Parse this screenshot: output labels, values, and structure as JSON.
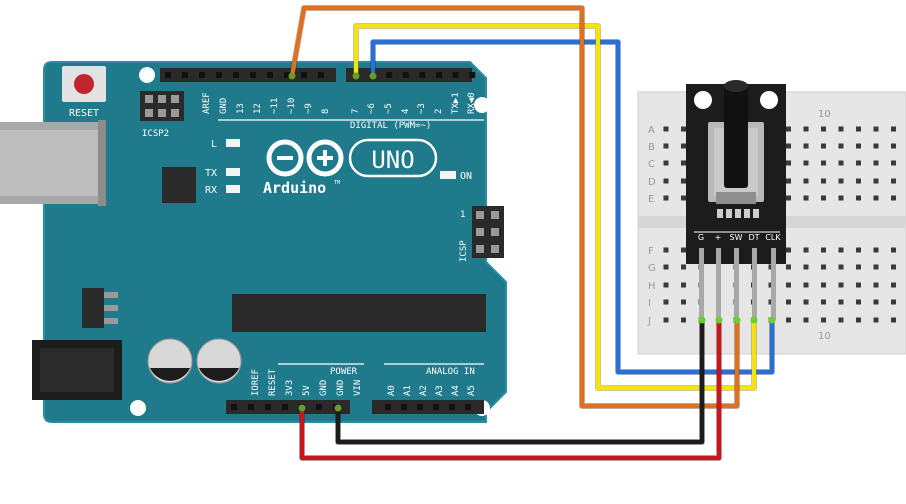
{
  "board": {
    "reset_label": "RESET",
    "icsp2_label": "ICSP2",
    "icsp_label": "ICSP",
    "icsp_pin1": "1",
    "aref": "AREF",
    "gnd_top": "GND",
    "digital_top_pins": [
      "13",
      "12",
      "~11",
      "~10",
      "~9",
      "8",
      "7",
      "~6",
      "~5",
      "4",
      "~3",
      "2",
      "TX▶1",
      "RX◀0"
    ],
    "digital_label": "DIGITAL (PWM=~)",
    "led_l": "L",
    "led_tx": "TX",
    "led_rx": "RX",
    "led_on": "ON",
    "brand": "Arduino",
    "trademark": "TM",
    "model": "UNO",
    "power_label": "POWER",
    "analog_label": "ANALOG IN",
    "power_pins": [
      "IOREF",
      "RESET",
      "3V3",
      "5V",
      "GND",
      "GND",
      "VIN"
    ],
    "analog_pins": [
      "A0",
      "A1",
      "A2",
      "A3",
      "A4",
      "A5"
    ]
  },
  "breadboard": {
    "rows_top": [
      "A",
      "B",
      "C",
      "D",
      "E"
    ],
    "rows_bottom": [
      "F",
      "G",
      "H",
      "I",
      "J"
    ],
    "col_label": "10"
  },
  "encoder": {
    "pins": [
      "G",
      "+",
      "SW",
      "DT",
      "CLK"
    ]
  },
  "colors": {
    "board": "#1f7a8c",
    "wire_orange": "#e07020",
    "wire_yellow": "#f5e30f",
    "wire_blue": "#2a6fd4",
    "wire_red": "#c8161d",
    "wire_black": "#1c1c1c"
  }
}
